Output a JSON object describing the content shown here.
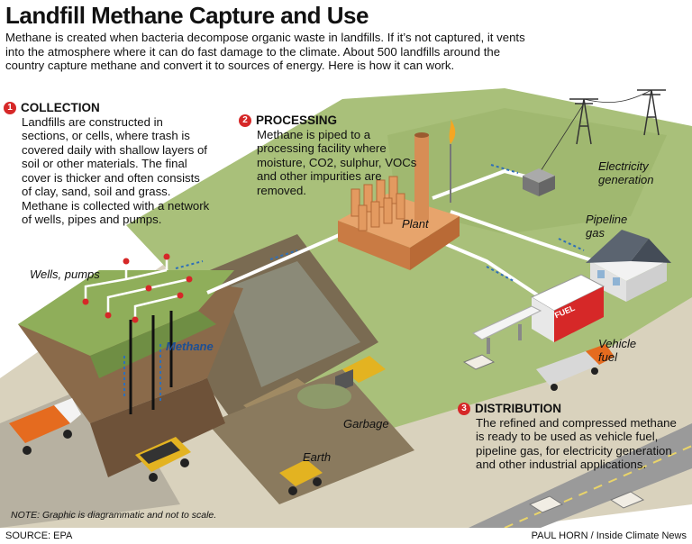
{
  "title": "Landfill Methane Capture and Use",
  "intro": "Methane is created when bacteria decompose organic waste in landfills. If it’s not captured, it vents into the atmosphere where it can do fast damage to the climate. About 500 landfills around the country capture methane and convert it to sources of energy. Here is how it can work.",
  "steps": [
    {
      "number": "1",
      "heading": "COLLECTION",
      "text": "Landfills are constructed in sections, or cells, where trash is covered daily with shallow layers of soil or other materials. The final cover is thicker and often consists of clay, sand, soil and grass. Methane is collected with a network of wells, pipes and pumps."
    },
    {
      "number": "2",
      "heading": "PROCESSING",
      "text": "Methane is piped to a processing facility where moisture, CO2, sulphur, VOCs and other impurities are removed."
    },
    {
      "number": "3",
      "heading": "DISTRIBUTION",
      "text": "The refined and compressed methane is ready to be used as vehicle fuel, pipeline gas, for electricity generation and other industrial applications."
    }
  ],
  "labels": {
    "wells": "Wells, pumps",
    "methane": "Methane",
    "garbage": "Garbage",
    "earth": "Earth",
    "plant": "Plant",
    "electricity": "Electricity generation",
    "pipeline": "Pipeline gas",
    "vehicle": "Vehicle fuel",
    "fuel_sign": "FUEL"
  },
  "note": "NOTE: Graphic is diagrammatic and not to scale.",
  "source": "SOURCE: EPA",
  "credit": "PAUL HORN / Inside Climate News",
  "colors": {
    "ground": "#e4dbc6",
    "grass": "#8fae5a",
    "road": "#8c8c8c",
    "plant": "#d9915a",
    "accent_red": "#d62828",
    "arrow_blue": "#2f6fb8"
  }
}
